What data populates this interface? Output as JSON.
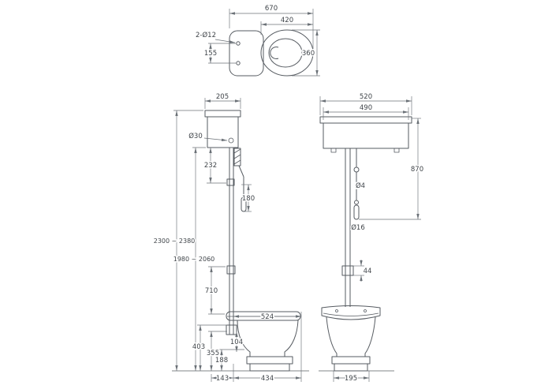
{
  "top_view": {
    "overall_width": "670",
    "seat_width": "420",
    "fixing_holes": "2-Ø12",
    "hole_spacing": "155",
    "overall_depth": "360"
  },
  "front_view": {
    "cistern_depth": "205",
    "flush_pipe_dia": "Ø30",
    "bracket_offset": "232",
    "pull_length": "180",
    "overall_height": "2300 ~ 2380",
    "pipe_height": "1980 ~ 2060",
    "mid_height": "710",
    "pan_length": "524",
    "inlet_height": "403",
    "rim_height": "355",
    "outlet_height": "104",
    "base_height": "188",
    "outlet_offset": "143",
    "pan_base_length": "434"
  },
  "side_view": {
    "cistern_width": "520",
    "cistern_body_width": "490",
    "chain_drop": "870",
    "chain_dia": "Ø4",
    "pull_dia": "Ø16",
    "coupling_length": "44",
    "base_width": "195"
  }
}
